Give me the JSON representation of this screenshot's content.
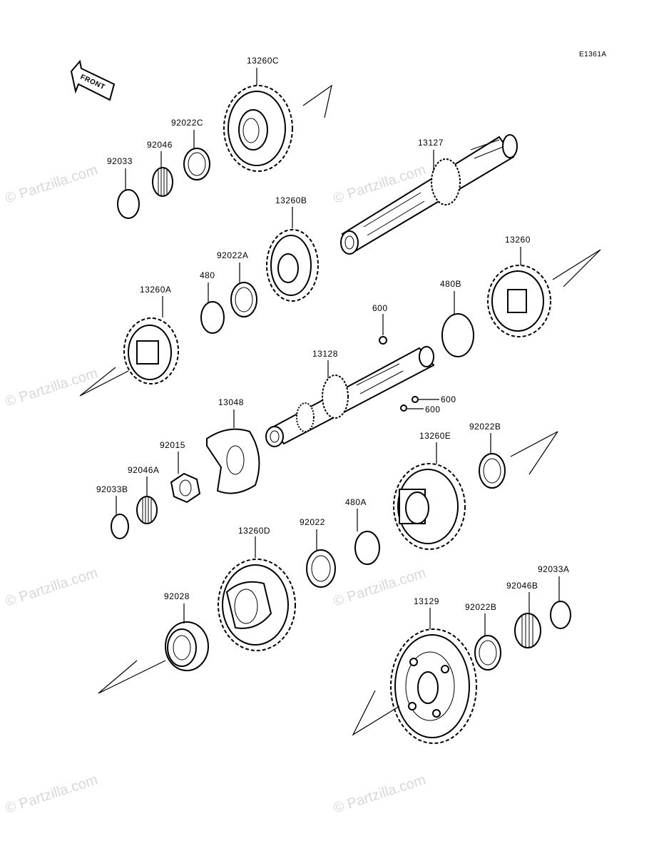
{
  "diagram_code": "E1361A",
  "front_label": "FRONT",
  "watermark_text": "© Partzilla.com",
  "parts": {
    "p13260C": "13260C",
    "p92022C": "92022C",
    "p92046": "92046",
    "p92033": "92033",
    "p13127": "13127",
    "p13260B": "13260B",
    "p92022A": "92022A",
    "p480": "480",
    "p13260A": "13260A",
    "p13260": "13260",
    "p480B": "480B",
    "p600a": "600",
    "p13128": "13128",
    "p600b": "600",
    "p600c": "600",
    "p13048": "13048",
    "p92015": "92015",
    "p92046A": "92046A",
    "p92033B": "92033B",
    "p13260E": "13260E",
    "p92022B": "92022B",
    "p480A": "480A",
    "p92022": "92022",
    "p13260D": "13260D",
    "p92028": "92028",
    "p13129": "13129",
    "p92022B2": "92022B",
    "p92046B": "92046B",
    "p92033A": "92033A"
  }
}
